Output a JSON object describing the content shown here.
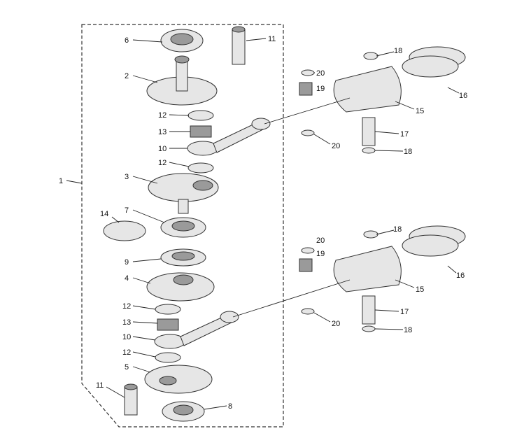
{
  "diagram": {
    "labels": {
      "assembly": "1",
      "crank_upper": "2",
      "crank_mid": "3",
      "crank_lower_mid": "4",
      "crank_bottom": "5",
      "bearing_top": "6",
      "bearing_mid": "7",
      "bearing_bottom": "8",
      "seal": "9",
      "rod_upper": "10",
      "rod_lower": "10",
      "pin_top": "11",
      "pin_bottom": "11",
      "washer_a": "12",
      "washer_b": "12",
      "washer_c": "12",
      "washer_d": "12",
      "needle_upper": "13",
      "needle_lower": "13",
      "ring_clip": "14",
      "piston_upper": "15",
      "piston_lower": "15",
      "rings_upper": "16",
      "rings_lower": "16",
      "wristpin_upper": "17",
      "wristpin_lower": "17",
      "clip_u1": "18",
      "clip_u2": "18",
      "clip_l1": "18",
      "clip_l2": "18",
      "needle_small_upper": "19",
      "needle_small_lower": "19",
      "washer_u1": "20",
      "washer_u2": "20",
      "washer_l1": "20",
      "washer_l2": "20"
    }
  }
}
